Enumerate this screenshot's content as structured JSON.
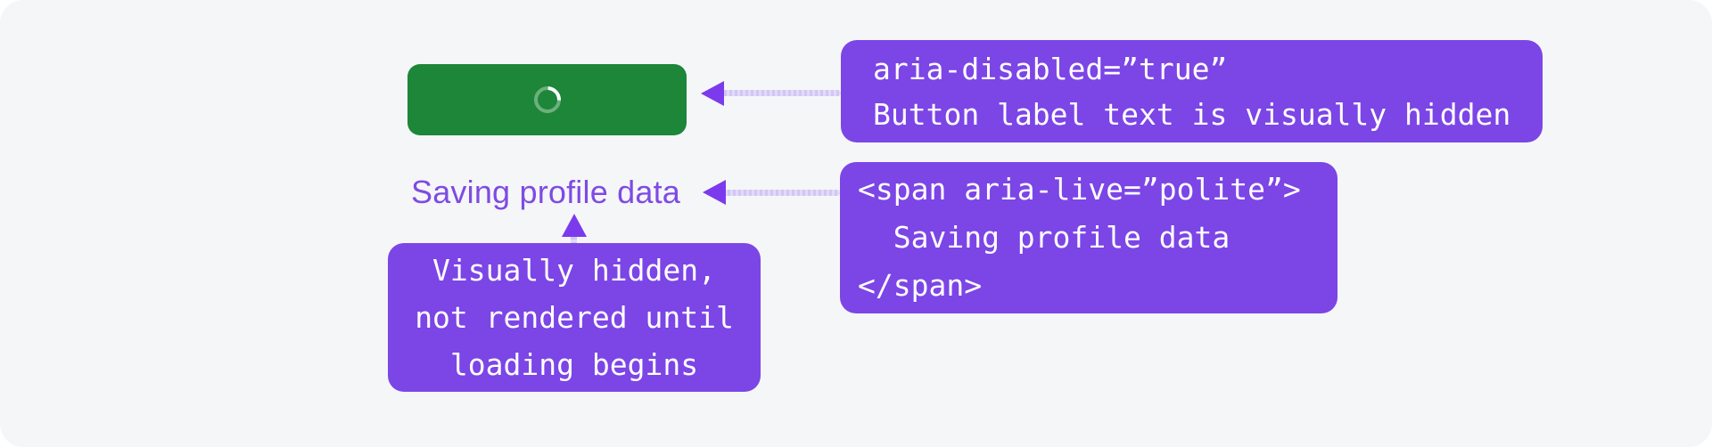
{
  "panel": {
    "background": "#f5f6f8"
  },
  "button": {
    "state": "loading",
    "icon": "loading-spinner-icon",
    "color": "#1e8639",
    "spinner_arc_color": "#ffffff"
  },
  "status_label": {
    "text": "Saving profile data",
    "color": "#7e4be3"
  },
  "annotations": {
    "aria_disabled_note": {
      "lines": [
        "aria-disabled=”true”",
        "Button label text is visually hidden"
      ],
      "background": "#7c45e6",
      "text_color": "#ffffff"
    },
    "aria_live_note": {
      "lines": [
        "<span aria-live=”polite”>",
        "  Saving profile data",
        "</span>"
      ],
      "background": "#7c45e6",
      "text_color": "#ffffff"
    },
    "visually_hidden_note": {
      "lines": [
        "Visually hidden,",
        "not rendered until",
        "loading begins"
      ],
      "background": "#7c45e6",
      "text_color": "#ffffff"
    }
  },
  "arrows": {
    "line_color": "#dbd1f6",
    "head_color": "#7c3aed"
  }
}
